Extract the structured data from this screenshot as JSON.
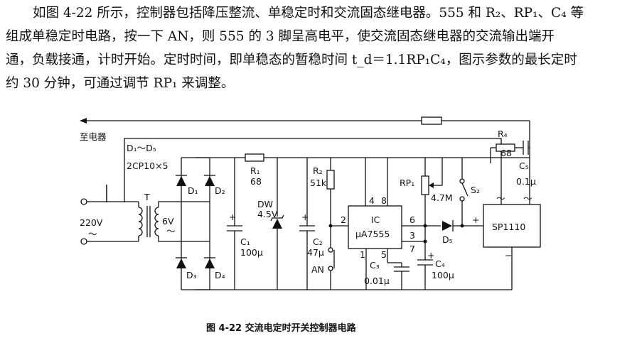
{
  "paragraph": {
    "line1": "如图 4-22 所示，控制器包括降压整流、单稳定时和交流固态继电器。555 和 R₂、RP₁、C₄ 等",
    "line2": "组成单稳定时电路，按一下 AN，则 555 的 3 脚呈高电平，使交流固态继电器的交流输出端开",
    "line3": "通，负载接通，计时开始。定时时间，即单稳态的暂稳时间 t_d＝1.1RP₁C₄，图示参数的最长定时",
    "line4": "约 30 分钟，可通过调节 RP₁ 来调整。"
  },
  "labels": {
    "to_appliance": "至电器",
    "diodes_range": "D₁～D₅",
    "diodes_type": "2CP10×5",
    "input_voltage": "220V",
    "ac_symbol": "～",
    "transformer": "T",
    "secondary_voltage": "6V",
    "d1": "D₁",
    "d2": "D₂",
    "d3": "D₃",
    "d4": "D₄",
    "r1": "R₁",
    "r1_value": "68",
    "dw": "DW",
    "dw_value": "4.5V",
    "c1": "C₁",
    "c1_value": "100μ",
    "c2": "C₂",
    "c2_value": "47μ",
    "r2": "R₂",
    "r2_value": "51k",
    "an": "AN",
    "ic": "IC",
    "ic_model": "μA7555",
    "pin1": "1",
    "pin2": "2",
    "pin3": "3",
    "pin4": "4",
    "pin5": "5",
    "pin6": "6",
    "pin7": "7",
    "pin8": "8",
    "c3": "C₃",
    "c3_value": "0.01μ",
    "rp1": "RP₁",
    "rp1_value": "4.7M",
    "c4": "C₄",
    "c4_value": "100μ",
    "d5": "D₅",
    "s2": "S₂",
    "r4": "R₄",
    "r4_value": "68",
    "c5": "C₅",
    "c5_value": "0.1μ",
    "ssr": "SP1110",
    "plus": "+",
    "minus": "−"
  },
  "caption": "图 4-22   交流电定时开关控制器电路"
}
